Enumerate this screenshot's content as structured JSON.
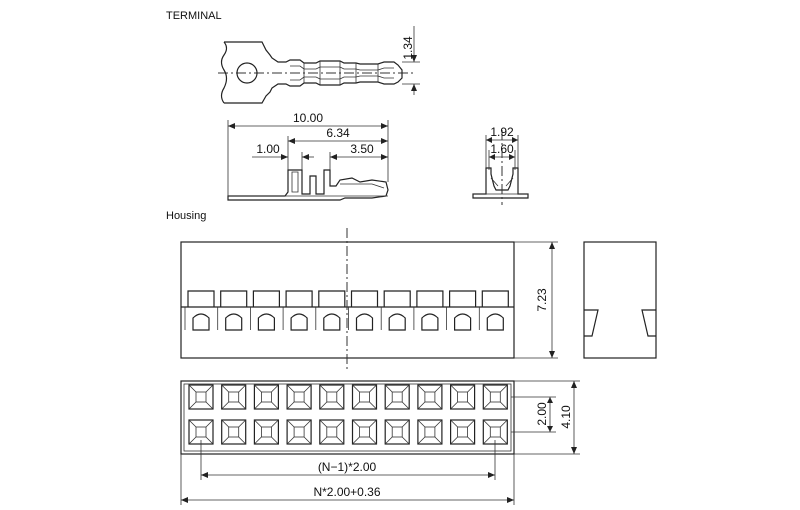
{
  "labels": {
    "terminal": "TERMINAL",
    "housing": "Housing"
  },
  "dimensions": {
    "terminal_height": "1.34",
    "terminal_length": "10.00",
    "terminal_6_34": "6.34",
    "terminal_1_00": "1.00",
    "terminal_3_50": "3.50",
    "terminal_width_outer": "1.92",
    "terminal_width_inner": "1.60",
    "housing_height": "7.23",
    "row_pitch": "2.00",
    "housing_depth": "4.10",
    "span_pitch": "(N−1)*2.00",
    "overall_length": "N*2.00+0.36"
  },
  "housing": {
    "positions_per_row": 10,
    "rows": 2
  }
}
